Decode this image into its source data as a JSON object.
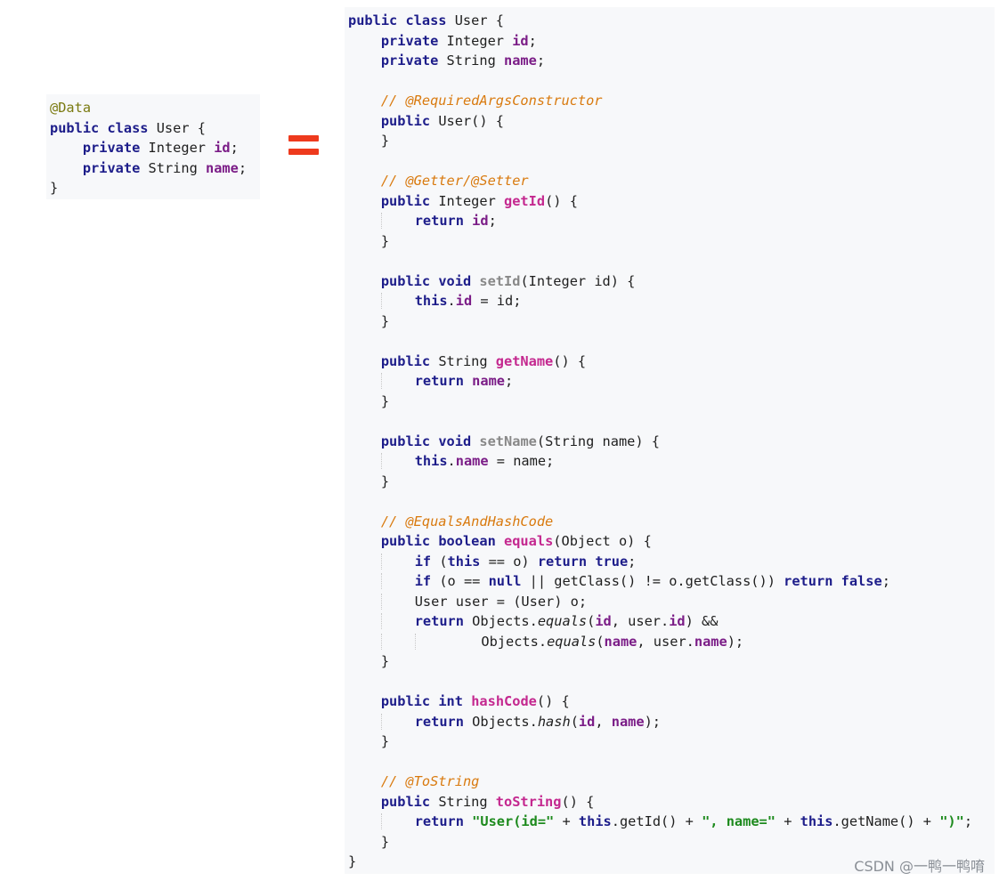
{
  "left_snippet": {
    "annotation": "@Data",
    "class_kw": "public class",
    "class_name": " User {",
    "private_kw": "private",
    "integer_type": " Integer ",
    "string_type": " String ",
    "field_id": "id",
    "field_name": "name",
    "semicolon": ";",
    "close": "}"
  },
  "equals_icon": "equals-sign-icon",
  "right_snippet": {
    "l1_kw": "public class",
    "l1_rest": " User {",
    "private_kw": "private",
    "integer_type": " Integer ",
    "string_type": " String ",
    "field_id": "id",
    "field_name": "name",
    "semicolon": ";",
    "comment_required": "// @RequiredArgsConstructor",
    "public_kw": "public",
    "ctor_rest": " User() {",
    "close": "}",
    "comment_getset": "// @Getter/@Setter",
    "getid_type": " Integer ",
    "getid_name": "getId",
    "paren_open_brace": "() {",
    "return_kw": "return",
    "void_kw": "void",
    "setid_name": "setId",
    "setid_params": "(Integer id) {",
    "this_kw": "this",
    "dot": ".",
    "assign_id": " = id;",
    "getname_type": " String ",
    "getname_name": "getName",
    "setname_name": "setName",
    "setname_params": "(String name) {",
    "assign_name": " = name;",
    "comment_equals": "// @EqualsAndHashCode",
    "boolean_kw": "boolean",
    "equals_name": "equals",
    "equals_params": "(Object o) {",
    "if_kw": "if",
    "if1_a": " (",
    "if1_b": " == o) ",
    "true_kw": "true",
    "if2_a": " (o == ",
    "null_kw": "null",
    "if2_b": " || getClass() != o.getClass()) ",
    "false_kw": "false",
    "cast_line": "User user = (User) o;",
    "ret_objects": " Objects.",
    "equals_call": "equals",
    "paren": "(",
    "user_dot": ", user.",
    "and_end": ") &&",
    "objects_dot": "Objects.",
    "close_semi": ");",
    "int_kw": "int",
    "hashcode_name": "hashCode",
    "hash_call": "hash",
    "comma": ", ",
    "comment_tostring": "// @ToString",
    "tostring_name": "toString",
    "str1": "\"User(id=\"",
    "plus": " + ",
    "getid_call": ".getId()",
    "str2": "\", name=\"",
    "getname_call": ".getName()",
    "str3": "\")\""
  },
  "watermark": "CSDN @一鸭一鸭唷"
}
